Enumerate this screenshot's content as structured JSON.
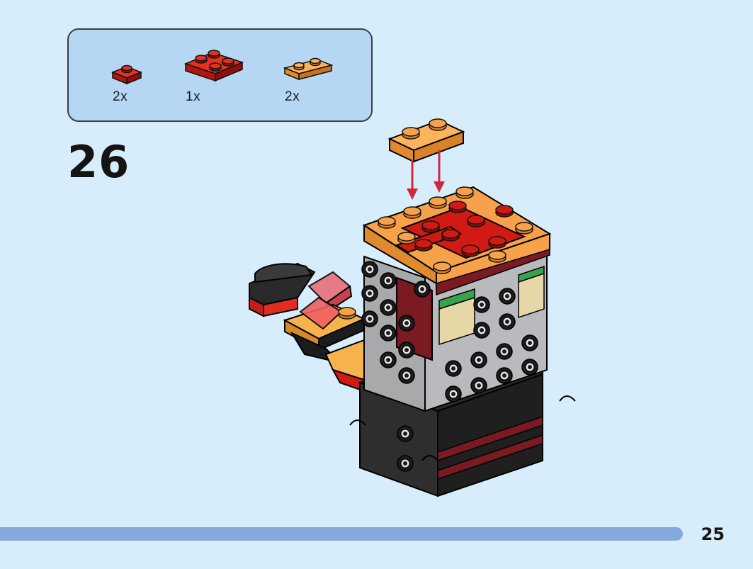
{
  "parts": [
    {
      "quantity": "2x",
      "color": "#d11a13",
      "type": "plate 1x1"
    },
    {
      "quantity": "1x",
      "color": "#d11a13",
      "type": "plate 2x2"
    },
    {
      "quantity": "2x",
      "color": "#f7a14a",
      "type": "plate 1x2"
    }
  ],
  "step": {
    "number": "26"
  },
  "page": {
    "number": "25"
  },
  "colors": {
    "background": "#d8edfb",
    "parts_box": "#b5d7f4",
    "red": "#d11a13",
    "orange": "#f7a14a",
    "dark_red": "#7a1a22",
    "grey": "#a7a9ab",
    "black": "#1c1c1c",
    "arrow": "#d0283a",
    "progress_bar": "#85a9dc"
  }
}
